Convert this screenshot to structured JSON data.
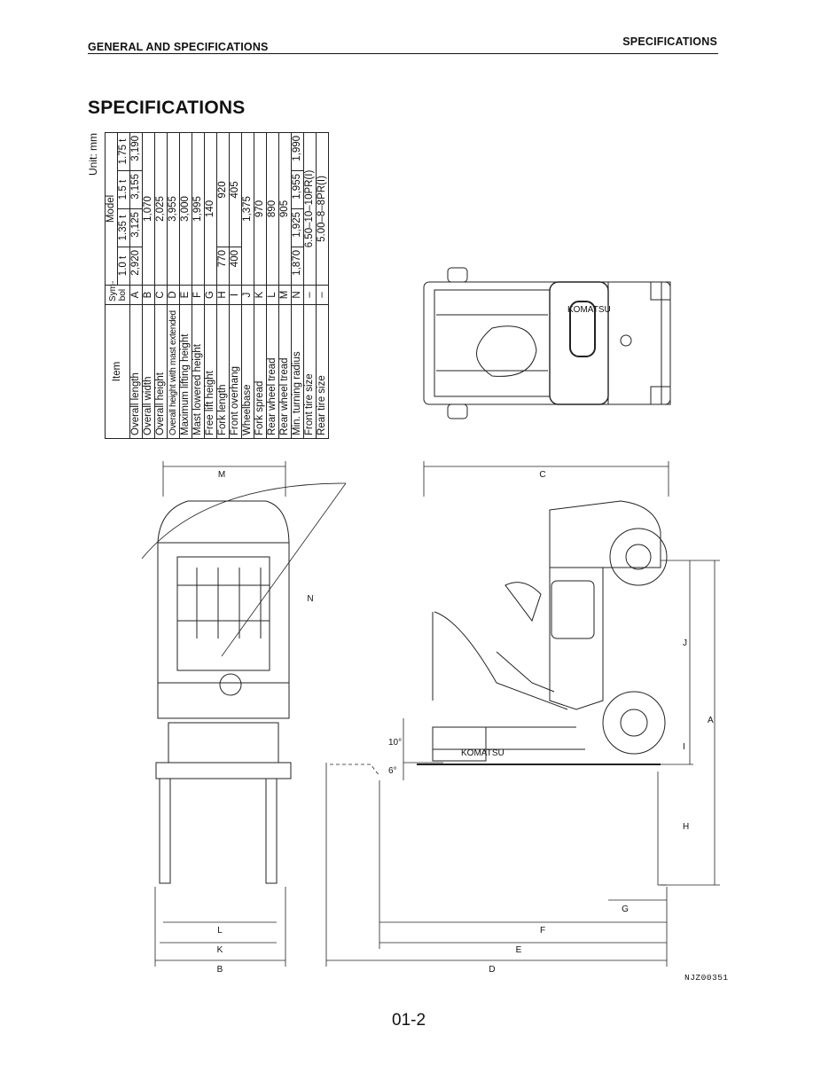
{
  "header": {
    "section": "GENERAL AND SPECIFICATIONS",
    "chapter": "SPECIFICATIONS"
  },
  "title": "SPECIFICATIONS",
  "table": {
    "unit": "Unit: mm",
    "col_item": "Item",
    "col_symbol": "Sym-\nbol",
    "col_model": "Model",
    "models": [
      "1.0 t",
      "1.35 t",
      "1.5 t",
      "1.75 t"
    ],
    "rows": [
      {
        "item": "Overall length",
        "symbol": "A",
        "values": [
          "2,920",
          "3,125",
          "3,155",
          "3,190"
        ]
      },
      {
        "item": "Overall width",
        "symbol": "B",
        "span": "1,070"
      },
      {
        "item": "Overall height",
        "symbol": "C",
        "span": "2,025"
      },
      {
        "item": "Overall height with mast extended",
        "symbol": "D",
        "span": "3,955"
      },
      {
        "item": "Maximum lifting height",
        "symbol": "E",
        "span": "3,000"
      },
      {
        "item": "Mast lowered height",
        "symbol": "F",
        "span": "1,995"
      },
      {
        "item": "Free lift height",
        "symbol": "G",
        "span": "140"
      },
      {
        "item": "Fork length",
        "symbol": "H",
        "first": "770",
        "rest": "920"
      },
      {
        "item": "Front overhang",
        "symbol": "I",
        "first": "400",
        "rest": "405"
      },
      {
        "item": "Wheelbase",
        "symbol": "J",
        "span": "1,375"
      },
      {
        "item": "Fork spread",
        "symbol": "K",
        "span": "970"
      },
      {
        "item": "Rear wheel tread",
        "symbol": "L",
        "span": "890"
      },
      {
        "item": "Rear wheel tread",
        "symbol": "M",
        "span": "905"
      },
      {
        "item": "Min. turning radius",
        "symbol": "N",
        "values": [
          "1,870",
          "1,925",
          "1,955",
          "1,990"
        ]
      },
      {
        "item": "Front tire size",
        "symbol": "–",
        "span": "6.50–10–10PR(I)"
      },
      {
        "item": "Rear tire size",
        "symbol": "–",
        "span": "5.00–8–8PR(I)"
      }
    ]
  },
  "drawing": {
    "dim_labels": {
      "A": "A",
      "B": "B",
      "C": "C",
      "D": "D",
      "E": "E",
      "F": "F",
      "G": "G",
      "H": "H",
      "I": "I",
      "J": "J",
      "K": "K",
      "L": "L",
      "M": "M",
      "N": "N"
    },
    "tilt_forward": "6°",
    "tilt_backward": "10°",
    "brand": "KOMATSU",
    "code": "NJZ00351"
  },
  "page_number": "01-2"
}
